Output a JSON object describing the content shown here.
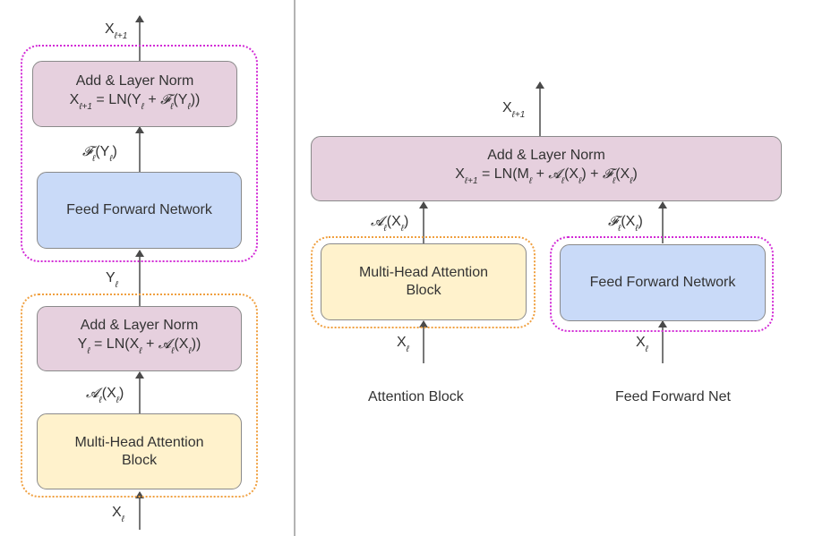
{
  "divider_color": "#9a9a9a",
  "colors": {
    "norm": "#e6d0de",
    "ffn": "#c9daf8",
    "attn": "#fff2cc",
    "ffn_group": "#d22ad6",
    "attn_group": "#f0a040"
  },
  "left": {
    "top_output": "X",
    "norm2": {
      "title": "Add & Layer Norm",
      "lhs": "X",
      "eq_a": "= LN(Y",
      "eq_b": "+",
      "eq_c": "(Y",
      "eq_d": "))"
    },
    "ffn_out": "(Y",
    "ffn": "Feed Forward Network",
    "mid": "Y",
    "norm1": {
      "title": "Add & Layer Norm",
      "lhs": "Y",
      "eq_a": "= LN(X",
      "eq_b": "+",
      "eq_c": "(X",
      "eq_d": "))"
    },
    "attn_out": "(X",
    "attn": {
      "line1": "Multi-Head Attention",
      "line2": "Block"
    },
    "input": "X"
  },
  "right": {
    "top_output": "X",
    "norm": {
      "title": "Add & Layer Norm",
      "lhs": "X",
      "eq_a": "= LN(M",
      "eq_b": "+",
      "eq_c": "(X",
      "eq_d": ") +",
      "eq_e": "(X",
      "eq_f": ")"
    },
    "attn_out": "(X",
    "ffn_out": "(X",
    "attn": {
      "line1": "Multi-Head Attention",
      "line2": "Block"
    },
    "ffn": "Feed Forward Network",
    "attn_input": "X",
    "ffn_input": "X",
    "caption_attn": "Attention Block",
    "caption_ffn": "Feed Forward Net"
  },
  "symbols": {
    "ell": "ℓ",
    "ell_plus_1": "ℓ+1",
    "F": "𝓕",
    "A": "𝓐",
    "close": ")"
  }
}
